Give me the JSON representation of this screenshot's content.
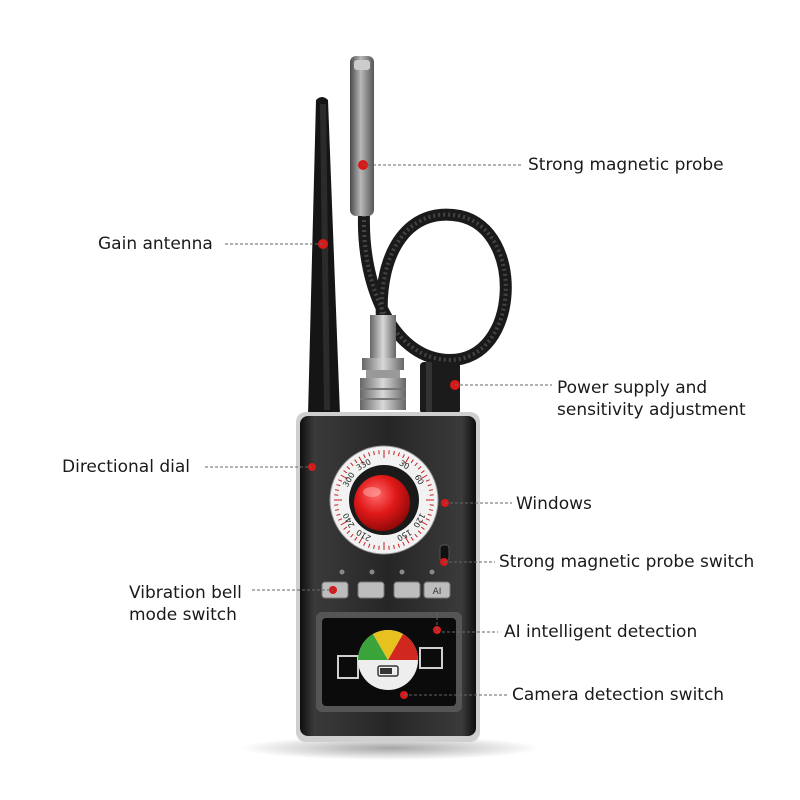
{
  "labels": {
    "strong_probe": "Strong magnetic probe",
    "gain_antenna": "Gain antenna",
    "power_line1": "Power supply and",
    "power_line2": "sensitivity adjustment",
    "directional_dial": "Directional dial",
    "windows": "Windows",
    "probe_switch": "Strong magnetic probe switch",
    "vibration_line1": "Vibration bell",
    "vibration_line2": "mode switch",
    "ai_detection": "AI intelligent detection",
    "camera_switch": "Camera detection switch"
  },
  "dial": {
    "numbers": [
      "30",
      "60",
      "120",
      "150",
      "210",
      "240",
      "300",
      "330"
    ]
  },
  "buttons": {
    "ai_label": "AI"
  },
  "colors": {
    "body": "#1d1d1d",
    "lens": "#e01818",
    "marker": "#d61a1a",
    "gauge_green": "#3aa33a",
    "gauge_yellow": "#e7c21f",
    "gauge_red": "#d0281e"
  }
}
